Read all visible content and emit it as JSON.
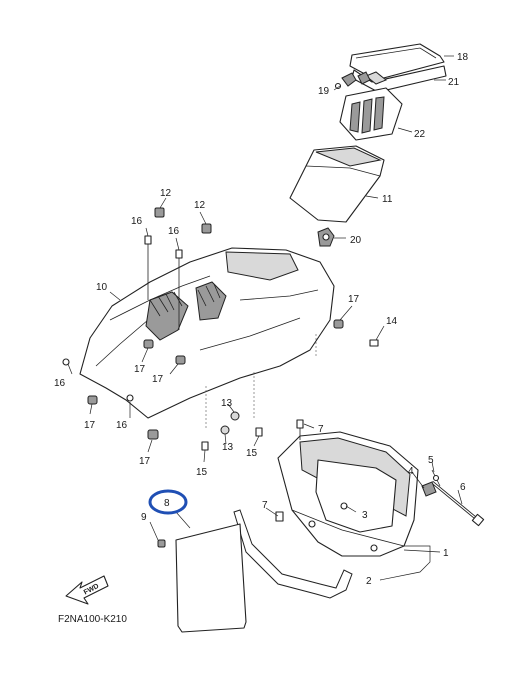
{
  "diagram": {
    "callouts": {
      "c1": "1",
      "c2": "2",
      "c3": "3",
      "c4": "4",
      "c5": "5",
      "c6": "6",
      "c7a": "7",
      "c7b": "7",
      "c8": "8",
      "c9": "9",
      "c10": "10",
      "c11": "11",
      "c12a": "12",
      "c12b": "12",
      "c13a": "13",
      "c13b": "13",
      "c14": "14",
      "c15a": "15",
      "c15b": "15",
      "c16a": "16",
      "c16b": "16",
      "c16c": "16",
      "c16d": "16",
      "c17a": "17",
      "c17b": "17",
      "c17c": "17",
      "c17d": "17",
      "c17e": "17",
      "c18": "18",
      "c19": "19",
      "c20": "20",
      "c21": "21",
      "c22": "22"
    },
    "highlight_color": "#1f4fb4",
    "fwd_label": "FWD",
    "figure_code": "F2NA100-K210"
  }
}
